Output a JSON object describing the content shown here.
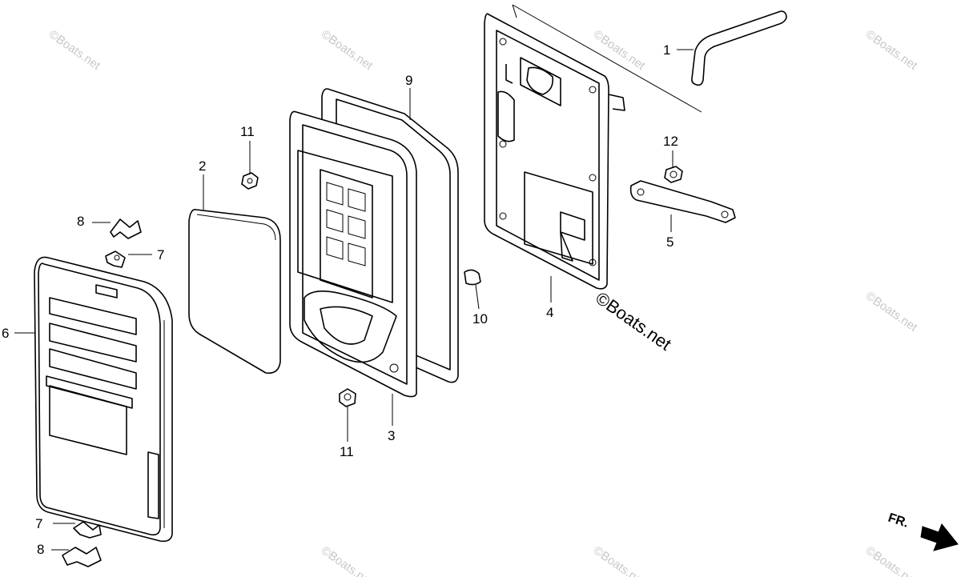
{
  "callouts": {
    "p1": "1",
    "p2": "2",
    "p3": "3",
    "p4": "4",
    "p5": "5",
    "p6": "6",
    "p7a": "7",
    "p7b": "7",
    "p8a": "8",
    "p8b": "8",
    "p9": "9",
    "p10": "10",
    "p11a": "11",
    "p11b": "11",
    "p12": "12"
  },
  "watermark": {
    "main": "©Boats.net",
    "faint": "©Boats.net"
  },
  "direction": {
    "label": "FR."
  },
  "colors": {
    "ink": "#000000",
    "watermark": "#c8c8c8",
    "background": "#ffffff"
  }
}
